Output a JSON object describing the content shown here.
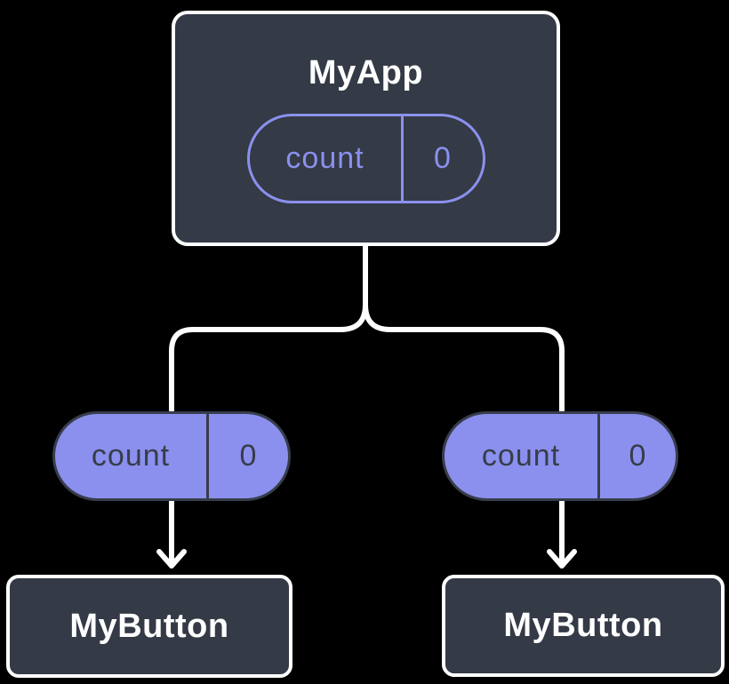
{
  "colors": {
    "bg": "#000000",
    "node-bg": "#343a46",
    "node-border": "#ffffff",
    "purple": "#8b90ee",
    "ink": "#373d4a",
    "title-text": "#ffffff",
    "line": "#ffffff"
  },
  "tree": {
    "root": {
      "title": "MyApp",
      "state": {
        "label": "count",
        "value": "0"
      }
    },
    "children": [
      {
        "title": "MyButton",
        "prop": {
          "label": "count",
          "value": "0"
        }
      },
      {
        "title": "MyButton",
        "prop": {
          "label": "count",
          "value": "0"
        }
      }
    ]
  }
}
